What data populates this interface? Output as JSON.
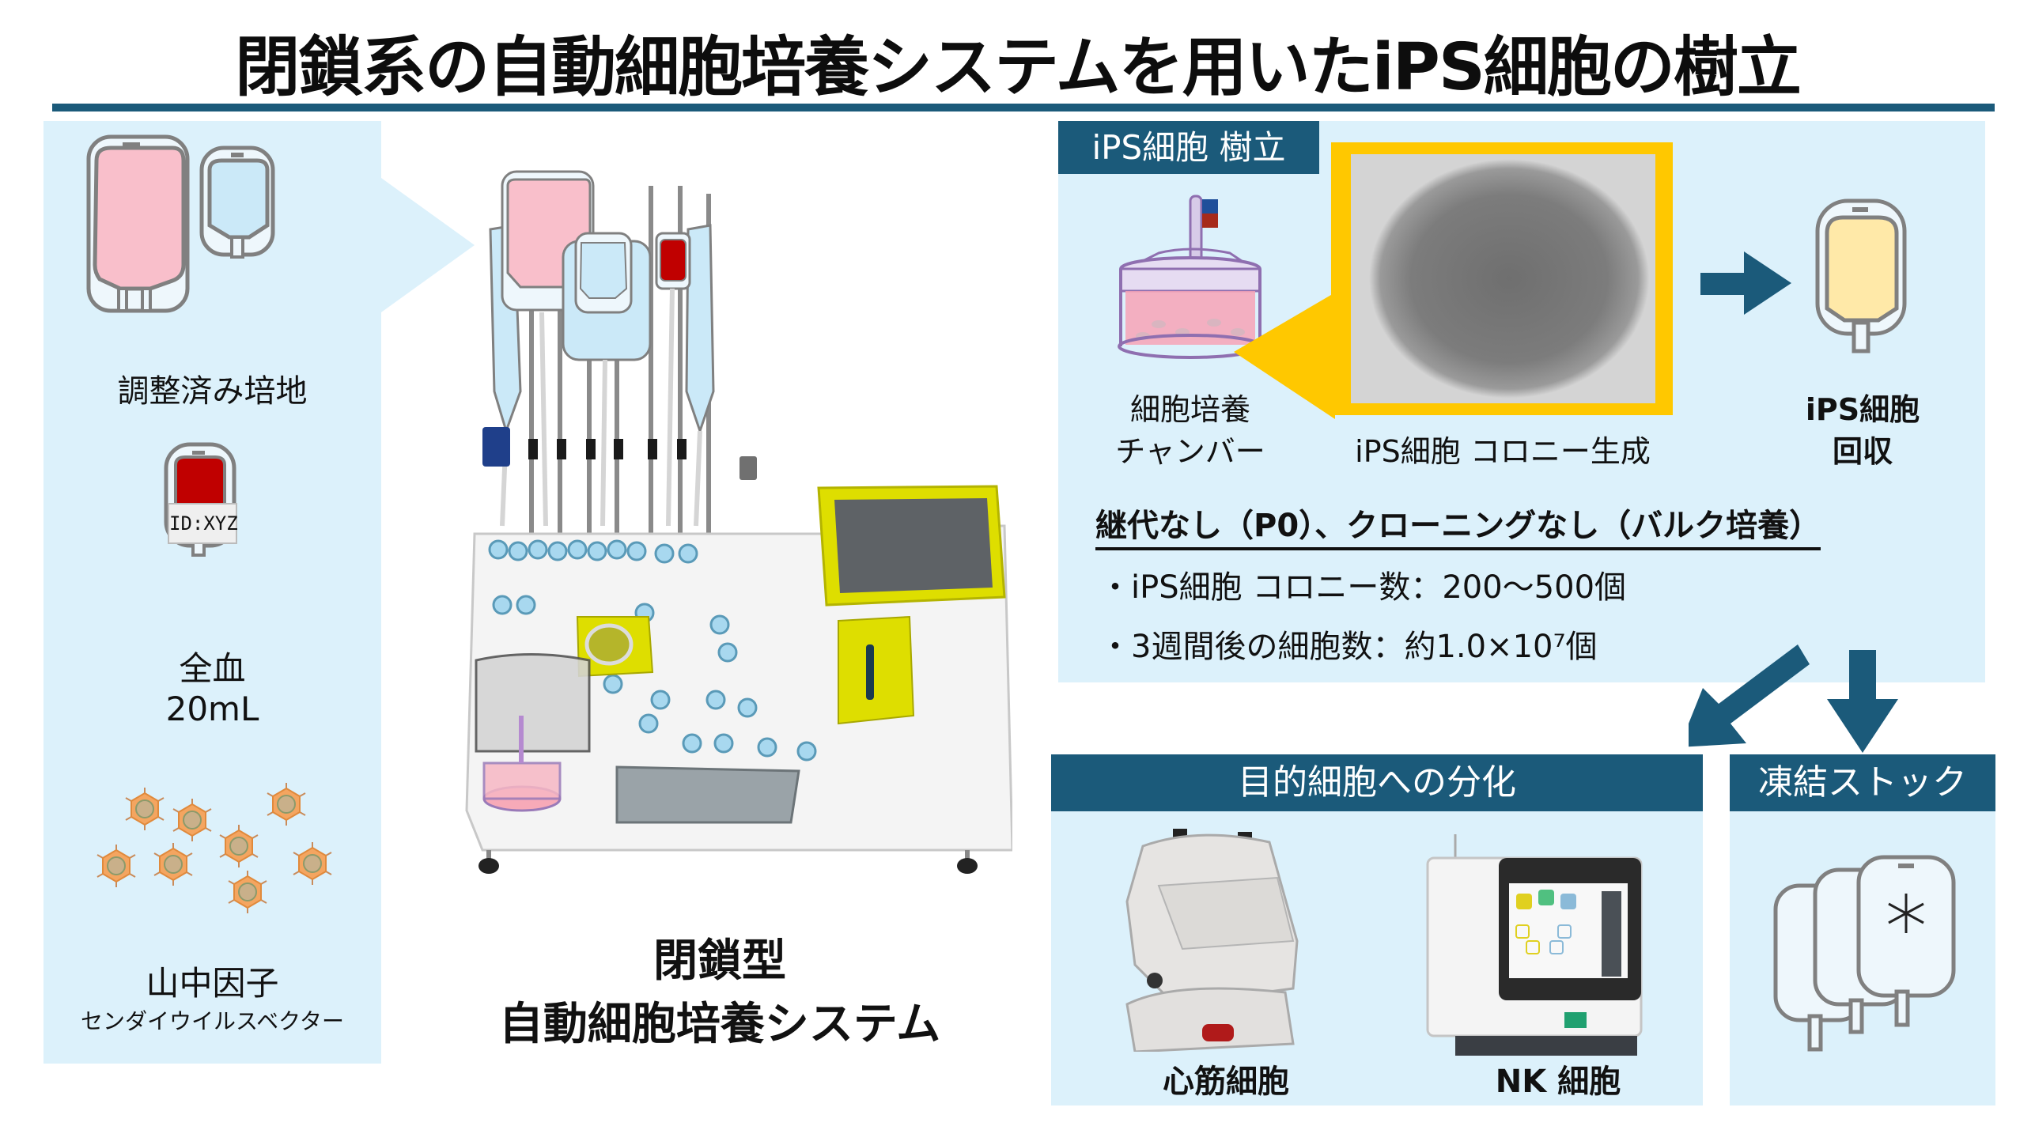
{
  "title": "閉鎖系の自動細胞培養システムを用いたiPS細胞の樹立",
  "colors": {
    "accent": "#1b5a7a",
    "panel_bg": "#dcf1fb",
    "highlight_frame": "#ffc800",
    "medium_pink": "#f9bfcb",
    "medium_blue": "#cbe9f8",
    "blood_red": "#c00000",
    "collected_yellow": "#ffe9a8",
    "virus_orange": "#f4a560"
  },
  "inputs_panel": {
    "medium": {
      "label": "調整済み培地",
      "icon": "medium-bag-icons"
    },
    "blood": {
      "label": "全血",
      "volume": "20mL",
      "bag_tag": "ID:XYZ",
      "icon": "blood-bag-icon"
    },
    "factors": {
      "label": "山中因子",
      "sublabel": "センダイウイルスベクター",
      "icon": "virus-particles-icon",
      "particle_count": 8
    }
  },
  "device": {
    "caption_line1": "閉鎖型",
    "caption_line2": "自動細胞培養システム",
    "icon": "automated-cell-culture-device-icon"
  },
  "establishment_panel": {
    "header": "iPS細胞 樹立",
    "chamber_label_line1": "細胞培養",
    "chamber_label_line2": "チャンバー",
    "colony_label": "iPS細胞 コロニー生成",
    "collect_label_line1": "iPS細胞",
    "collect_label_line2": "回収",
    "subheading": "継代なし（P0）、クローニングなし（バルク培養）",
    "bullets": [
      "・iPS細胞 コロニー数：200～500個",
      "・3週間後の細胞数：約1.0×10⁷個"
    ]
  },
  "differentiation_panel": {
    "header": "目的細胞への分化",
    "items": [
      {
        "label": "心筋細胞",
        "icon": "cardiomyocyte-culture-device-icon"
      },
      {
        "label": "NK 細胞",
        "icon": "nk-cell-culture-device-icon"
      }
    ]
  },
  "frozen_stock_panel": {
    "header": "凍結ストック",
    "icon": "frozen-bags-snowflake-icon"
  }
}
